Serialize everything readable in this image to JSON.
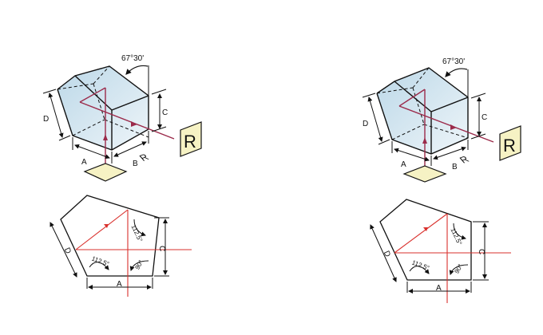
{
  "colors": {
    "prism_fill": "#cfe3ee",
    "line": "#111111",
    "beam_3d": "#9b2a4a",
    "beam_2d": "#d9302c",
    "placard_fill": "#f6f2c4"
  },
  "left": {
    "top_angle": "67°30'",
    "dim_a": "A",
    "dim_b": "B",
    "dim_c": "C",
    "dim_d": "D",
    "placard_letter": "R",
    "angle1": "112.5°",
    "angle2": "112.5°",
    "angle3": "90°",
    "dim2_a": "A",
    "dim2_c": "C",
    "dim2_d": "D"
  },
  "right": {
    "top_angle": "67°30'",
    "dim_a": "A",
    "dim_b": "B",
    "dim_c": "C",
    "dim_d": "D",
    "placard_letter": "R",
    "angle1": "112.5°",
    "angle2": "112.5°",
    "angle3": "90°",
    "dim2_a": "A",
    "dim2_c": "C",
    "dim2_d": "D"
  }
}
